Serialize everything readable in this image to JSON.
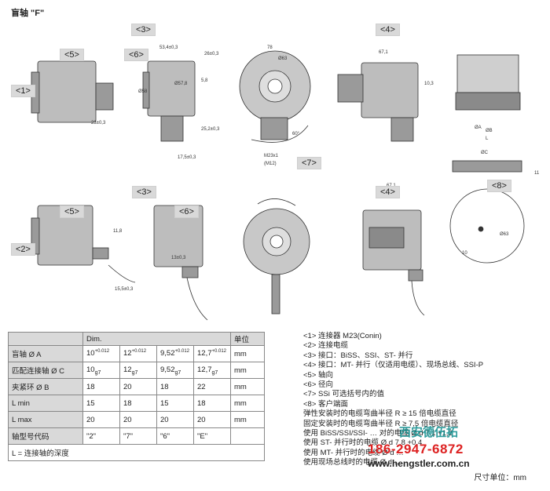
{
  "title": "盲轴 \"F\"",
  "tags": [
    "<1>",
    "<2>",
    "<3>",
    "<3>",
    "<4>",
    "<4>",
    "<5>",
    "<5>",
    "<6>",
    "<6>",
    "<7>",
    "<8>"
  ],
  "dims": {
    "d1": "53,4±0,3",
    "d2": "26±0,3",
    "d3": "Ø58",
    "d4": "Ø57,8",
    "d5": "5,8",
    "d6": "25,2±0,3",
    "d7": "17,5±0,3",
    "d8": "23±0,3",
    "d9": "78",
    "d10": "Ø63",
    "d11": "M23x1",
    "d12": "(M12)",
    "d13": "67,1",
    "d14": "10,3",
    "d15": "ØA",
    "d16": "ØB",
    "d17": "ØC",
    "d18": "L",
    "d19": "60°",
    "d20": "11,8",
    "d21": "13±0,3",
    "d22": "15,5±0,3",
    "d23": "67,1",
    "d24": "Ø63",
    "d25": "10",
    "d26": "11"
  },
  "table": {
    "head": {
      "dim": "Dim.",
      "unit": "单位"
    },
    "rows": [
      {
        "label": "盲轴 Ø A",
        "vals": [
          [
            "10",
            "+0.012"
          ],
          [
            "12",
            "+0.012"
          ],
          [
            "9,52",
            "+0.012"
          ],
          [
            "12,7",
            "+0.012"
          ]
        ],
        "unit": "mm"
      },
      {
        "label": "匹配连接轴 Ø C",
        "vals": [
          [
            "10",
            "g7"
          ],
          [
            "12",
            "g7"
          ],
          [
            "9,52",
            "g7"
          ],
          [
            "12,7",
            "g7"
          ]
        ],
        "unit": "mm"
      },
      {
        "label": "夹紧环 Ø B",
        "vals": [
          [
            "18",
            ""
          ],
          [
            "20",
            ""
          ],
          [
            "18",
            ""
          ],
          [
            "22",
            ""
          ]
        ],
        "unit": "mm"
      },
      {
        "label": "L min",
        "vals": [
          [
            "15",
            ""
          ],
          [
            "18",
            ""
          ],
          [
            "15",
            ""
          ],
          [
            "18",
            ""
          ]
        ],
        "unit": "mm"
      },
      {
        "label": "L max",
        "vals": [
          [
            "20",
            ""
          ],
          [
            "20",
            ""
          ],
          [
            "20",
            ""
          ],
          [
            "20",
            ""
          ]
        ],
        "unit": "mm"
      },
      {
        "label": "轴型号代码",
        "vals": [
          [
            "\"2\"",
            ""
          ],
          [
            "\"7\"",
            ""
          ],
          [
            "\"6\"",
            ""
          ],
          [
            "\"E\"",
            ""
          ]
        ],
        "unit": ""
      }
    ],
    "footer": "L = 连接轴的深度"
  },
  "notes": [
    "<1> 连接器 M23(Conin)",
    "<2> 连接电缆",
    "<3> 接口：BiSS、SSI、ST- 并行",
    "<4> 接口：MT- 并行（仅适用电缆）、现场总线、SSI-P",
    "<5> 轴向",
    "<6> 径向",
    "<7> SSi 可选括号内的值",
    "<8> 客户端面",
    "弹性安装时的电缆弯曲半径 R ≥ 15 倍电缆直径",
    "固定安装时的电缆弯曲半径 R ≥ 7,5 倍电缆直径",
    "使用 BiSS/SSI/SSI- … 对的电缆 Ø d 7,1 +1,2",
    "使用 ST- 并行时的电缆 Ø d 7,8 +0,4",
    "使用 MT- 并行时的电缆 Ø d …",
    "使用现场总线时的电缆 Ø d …"
  ],
  "units_note": "尺寸单位：mm",
  "watermark": {
    "title": "西安德伍拓",
    "phone": "186-2947-6872",
    "url": "www.hengstler.com.cn"
  }
}
